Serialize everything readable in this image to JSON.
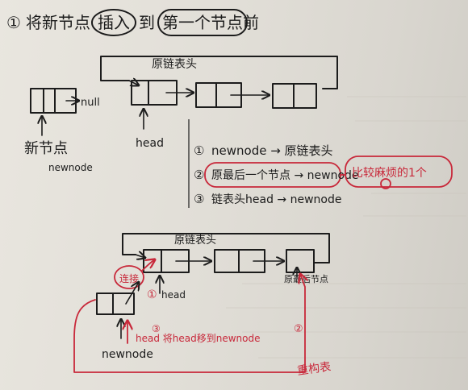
{
  "title": {
    "step_marker": "①",
    "text_before": "将新节点",
    "circled_word": "插入",
    "text_middle": "到",
    "circled_target": "第一个节点前"
  },
  "top_diagram": {
    "original_list_label": "原链表头",
    "new_node_null": "null",
    "new_node_label": "新节点",
    "new_node_name": "newnode",
    "head_label": "head",
    "steps": [
      {
        "number": "①",
        "text": "newnode → 原链表头"
      },
      {
        "number": "②",
        "text": "原最后一个节点 → newnode"
      },
      {
        "number": "③",
        "text": "链表头head → newnode"
      }
    ],
    "annotation": "比较麻烦的1个"
  },
  "bottom_diagram": {
    "original_list_label": "原链表头",
    "connect_label": "连接",
    "step1_marker": "①",
    "head_label": "head",
    "tail_label": "原最后节点",
    "newnode_label": "newnode",
    "move_head_marker": "③",
    "move_head_text": "head 将head移到newnode",
    "step2_marker": "②",
    "rebuild_label": "重构表"
  },
  "colors": {
    "ink": "#1c1c1c",
    "red_pen": "#c8283a",
    "paper": "#e4e1da"
  }
}
